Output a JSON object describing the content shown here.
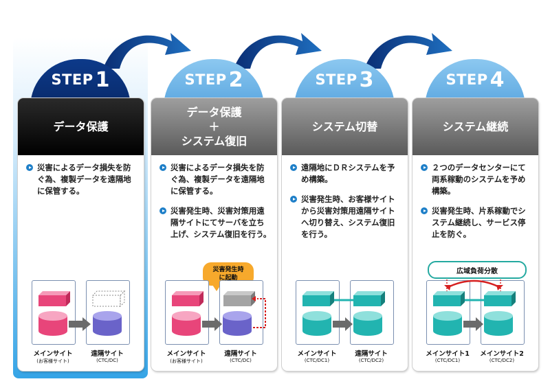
{
  "steps": [
    {
      "step_word": "STEP",
      "step_num": "1",
      "title_lines": [
        "データ保護"
      ],
      "bullets": [
        "災害によるデータ損失を防ぐ為、複製データを遠隔地に保管する。"
      ],
      "sites": [
        {
          "label": "メインサイト",
          "sub": "(お客様サイト)"
        },
        {
          "label": "遠隔サイト",
          "sub": "(CTC/DC)"
        }
      ]
    },
    {
      "step_word": "STEP",
      "step_num": "2",
      "title_lines": [
        "データ保護",
        "＋",
        "システム復旧"
      ],
      "bullets": [
        "災害によるデータ損失を防ぐ為、複製データを遠隔地に保管する。",
        "災害発生時、災害対策用遠隔サイトにてサーバを立ち上げ、システム復旧を行う。"
      ],
      "note": [
        "災害発生時",
        "に起動"
      ],
      "sites": [
        {
          "label": "メインサイト",
          "sub": "(お客様サイト)"
        },
        {
          "label": "遠隔サイト",
          "sub": "(CTC/DC)"
        }
      ]
    },
    {
      "step_word": "STEP",
      "step_num": "3",
      "title_lines": [
        "システム切替"
      ],
      "bullets": [
        "遠隔地にＤＲシステムを予め構築。",
        "災害発生時、お客様サイトから災害対策用遠隔サイトへ切り替え、システム復旧を行う。"
      ],
      "sites": [
        {
          "label": "メインサイト",
          "sub": "(CTC/DC1)"
        },
        {
          "label": "遠隔サイト",
          "sub": "(CTC/DC2)"
        }
      ]
    },
    {
      "step_word": "STEP",
      "step_num": "4",
      "title_lines": [
        "システム継続"
      ],
      "bullets": [
        "２つのデータセンターにて両系稼動のシステムを予め構築。",
        "災害発生時、片系稼動でシステム継続し、サービス停止を防ぐ。"
      ],
      "pill": "広域負荷分散",
      "sites": [
        {
          "label": "メインサイト1",
          "sub": "(CTC/DC1)"
        },
        {
          "label": "メインサイト2",
          "sub": "(CTC/DC2)"
        }
      ]
    }
  ],
  "colors": {
    "step1_dome": "#0b3580",
    "other_dome": "#78bcec",
    "highlight": "#35a4e6",
    "bullet_dot": "#1e7fc8",
    "server_pink": "#e8457a",
    "db_purple": "#6a63c9",
    "teal": "#22b4b0",
    "note_orange": "#f7a92c",
    "red_arrow": "#d62020"
  }
}
